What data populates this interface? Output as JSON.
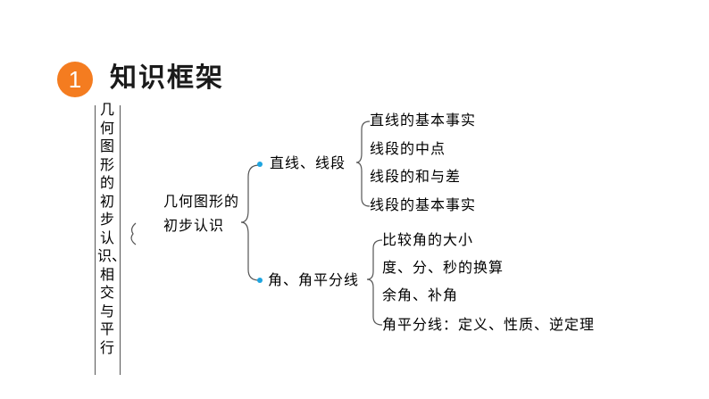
{
  "header": {
    "number": "1",
    "title": "知识框架"
  },
  "side_title": "几何图形的初步认识、相交与平行",
  "root": {
    "line1": "几何图形的",
    "line2": "初步认识"
  },
  "branches": [
    {
      "label": "直线、线段",
      "items": [
        "直线的基本事实",
        "线段的中点",
        "线段的和与差",
        "线段的基本事实"
      ]
    },
    {
      "label": "角、角平分线",
      "items": [
        "比较角的大小",
        "度、分、秒的换算",
        "余角、补角",
        "角平分线：定义、性质、逆定理"
      ]
    }
  ],
  "colors": {
    "badge": "#f47c20",
    "node_dot": "#1ea5e0"
  }
}
